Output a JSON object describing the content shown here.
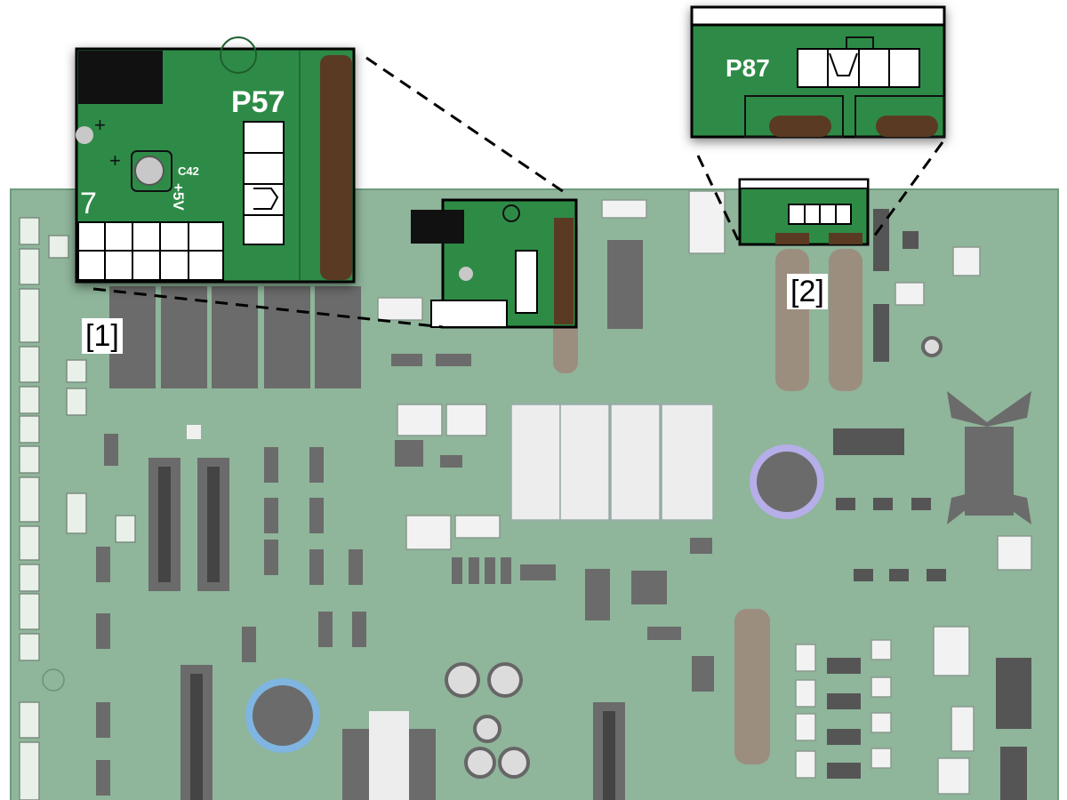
{
  "callouts": {
    "one": {
      "label": "[1]",
      "connector": "P57",
      "zoom_labels": [
        "C42",
        "+5V",
        "7"
      ]
    },
    "two": {
      "label": "[2]",
      "connector": "P87"
    }
  },
  "colors": {
    "board_faded": "#8fb59b",
    "board_active": "#2e8b46",
    "component_gray": "#6b6b6b",
    "trace_brown": "#5a3a22",
    "connector_white": "#ffffff",
    "capacitor_blue_ring": "#7fb5e0",
    "capacitor_purple_ring": "#b5aee8"
  }
}
